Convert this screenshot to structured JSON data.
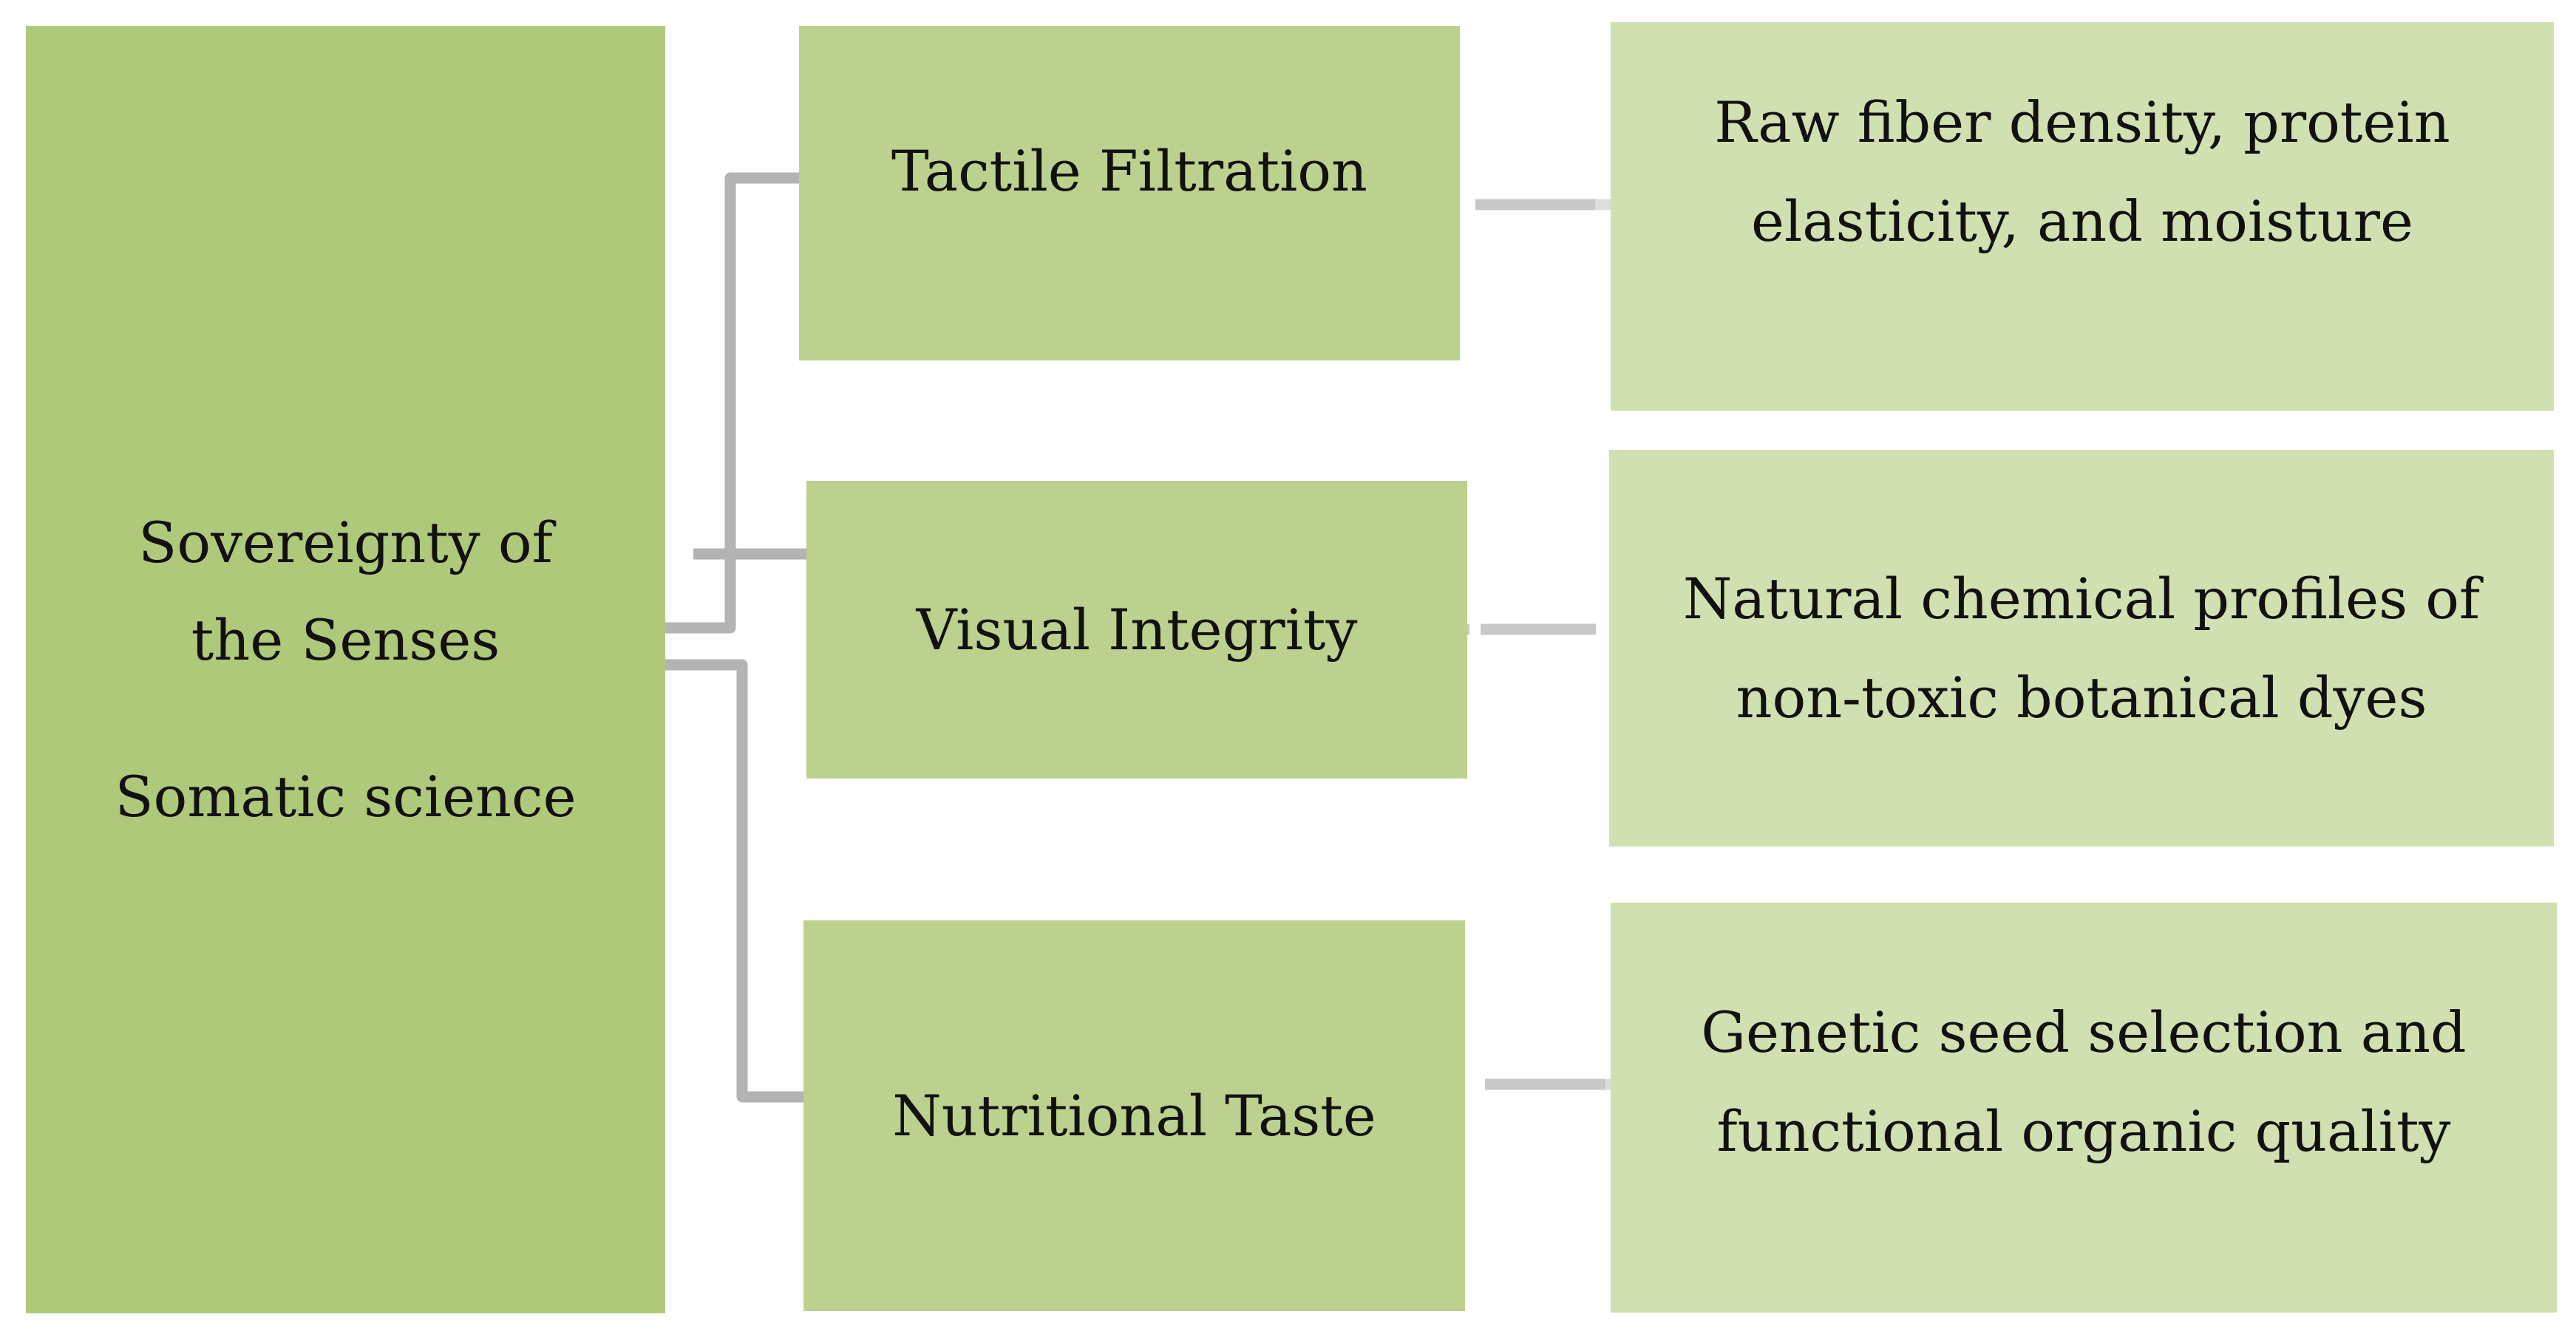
{
  "root": {
    "line1": "Sovereignty of",
    "line2": "the Senses",
    "line3": "Somatic science"
  },
  "categories": [
    {
      "label": "Tactile Filtration",
      "detail_line1": "Raw fiber density, protein",
      "detail_line2": "elasticity, and moisture"
    },
    {
      "label": "Visual Integrity",
      "detail_line1": "Natural chemical profiles of",
      "detail_line2": "non-toxic botanical dyes"
    },
    {
      "label": "Nutritional Taste",
      "detail_line1": "Genetic seed selection and",
      "detail_line2": "functional organic quality"
    }
  ],
  "colors": {
    "root_fill": "#afc97b",
    "category_fill": "#bcd18e",
    "detail_fill": "#d0e0b0",
    "connector": "#b3b3b3",
    "dash_connector": "#c8c8c8"
  }
}
